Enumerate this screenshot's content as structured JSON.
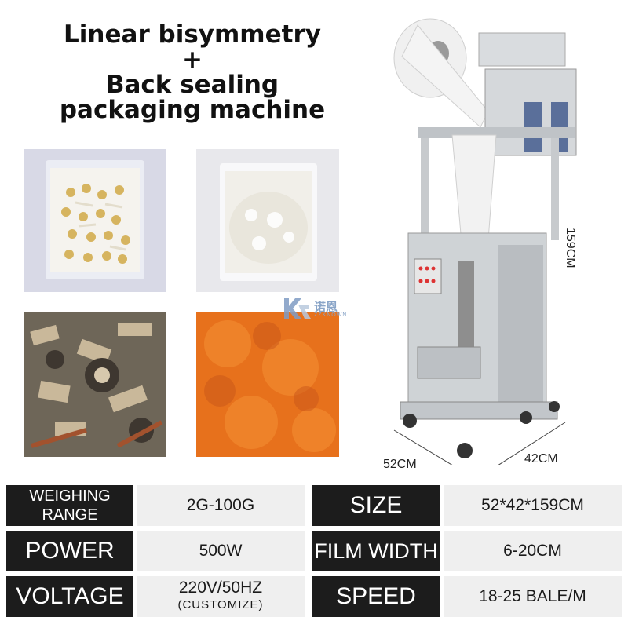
{
  "title": {
    "line1": "Linear bisymmetry",
    "line2": "+",
    "line3": "Back sealing",
    "line4": "packaging machine"
  },
  "dimensions": {
    "height": "159CM",
    "width": "52CM",
    "depth": "42CM"
  },
  "watermark": {
    "text": "诺恩",
    "sub": "ZZKNOWN"
  },
  "specs": {
    "weighing_range_label_1": "WEIGHING",
    "weighing_range_label_2": "RANGE",
    "weighing_range_value": "2G-100G",
    "size_label": "SIZE",
    "size_value": "52*42*159CM",
    "power_label": "POWER",
    "power_value": "500W",
    "film_width_label": "FILM WIDTH",
    "film_width_value": "6-20CM",
    "voltage_label": "VOLTAGE",
    "voltage_value": "220V/50HZ",
    "voltage_note": "(CUSTOMIZE)",
    "speed_label": "SPEED",
    "speed_value": "18-25 BALE/M"
  },
  "colors": {
    "label_bg": "#1c1c1c",
    "value_bg": "#efefef",
    "powder_orange": "#e7711c"
  }
}
